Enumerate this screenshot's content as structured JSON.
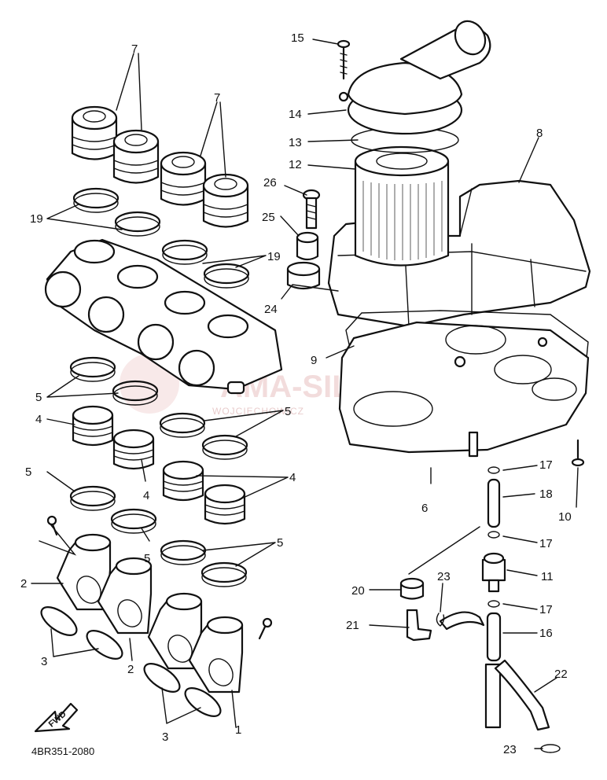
{
  "diagram_code": "4BR351-2080",
  "fwd_label": "FWD",
  "watermark": {
    "main": "AMA-SILEF.PL",
    "sub": "WOJCIECHOWICZ"
  },
  "callouts": [
    {
      "label": "1"
    },
    {
      "label": "2"
    },
    {
      "label": "2"
    },
    {
      "label": "3"
    },
    {
      "label": "3"
    },
    {
      "label": "4"
    },
    {
      "label": "4"
    },
    {
      "label": "4"
    },
    {
      "label": "5"
    },
    {
      "label": "5"
    },
    {
      "label": "5"
    },
    {
      "label": "5"
    },
    {
      "label": "5"
    },
    {
      "label": "6"
    },
    {
      "label": "7"
    },
    {
      "label": "7"
    },
    {
      "label": "8"
    },
    {
      "label": "9"
    },
    {
      "label": "10"
    },
    {
      "label": "11"
    },
    {
      "label": "12"
    },
    {
      "label": "13"
    },
    {
      "label": "14"
    },
    {
      "label": "15"
    },
    {
      "label": "16"
    },
    {
      "label": "17"
    },
    {
      "label": "17"
    },
    {
      "label": "17"
    },
    {
      "label": "18"
    },
    {
      "label": "19"
    },
    {
      "label": "19"
    },
    {
      "label": "20"
    },
    {
      "label": "21"
    },
    {
      "label": "22"
    },
    {
      "label": "23"
    },
    {
      "label": "23"
    },
    {
      "label": "24"
    },
    {
      "label": "25"
    },
    {
      "label": "26"
    }
  ]
}
